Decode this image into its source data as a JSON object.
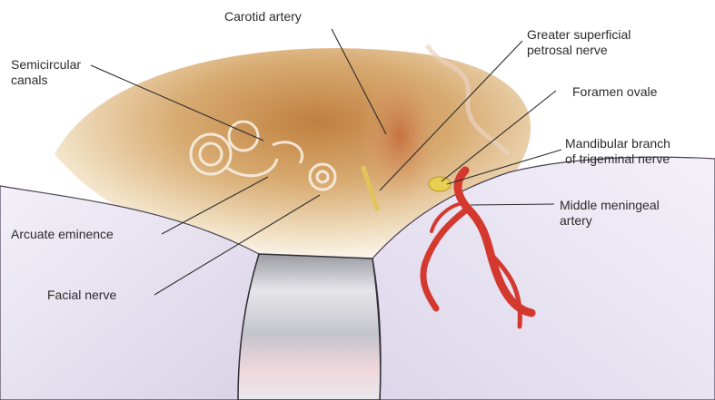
{
  "labels": {
    "carotid_artery": "Carotid artery",
    "semicircular_canals": {
      "line1": "Semicircular",
      "line2": "canals"
    },
    "greater_superficial_petrosal_nerve": {
      "line1": "Greater superficial",
      "line2": "petrosal nerve"
    },
    "foramen_ovale": "Foramen ovale",
    "mandibular_branch": {
      "line1": "Mandibular branch",
      "line2": "of trigeminal nerve"
    },
    "middle_meningeal_artery": {
      "line1": "Middle meningeal",
      "line2": "artery"
    },
    "arcuate_eminence": "Arcuate eminence",
    "facial_nerve": "Facial nerve"
  },
  "colors": {
    "bone_tan": "#c99a5e",
    "bone_light": "#f1e1c6",
    "dura_lavender": "#e7e2f0",
    "artery_red": "#d4392f",
    "nerve_yellow": "#e3c45a",
    "retractor_gray": "#c9c9cf"
  }
}
